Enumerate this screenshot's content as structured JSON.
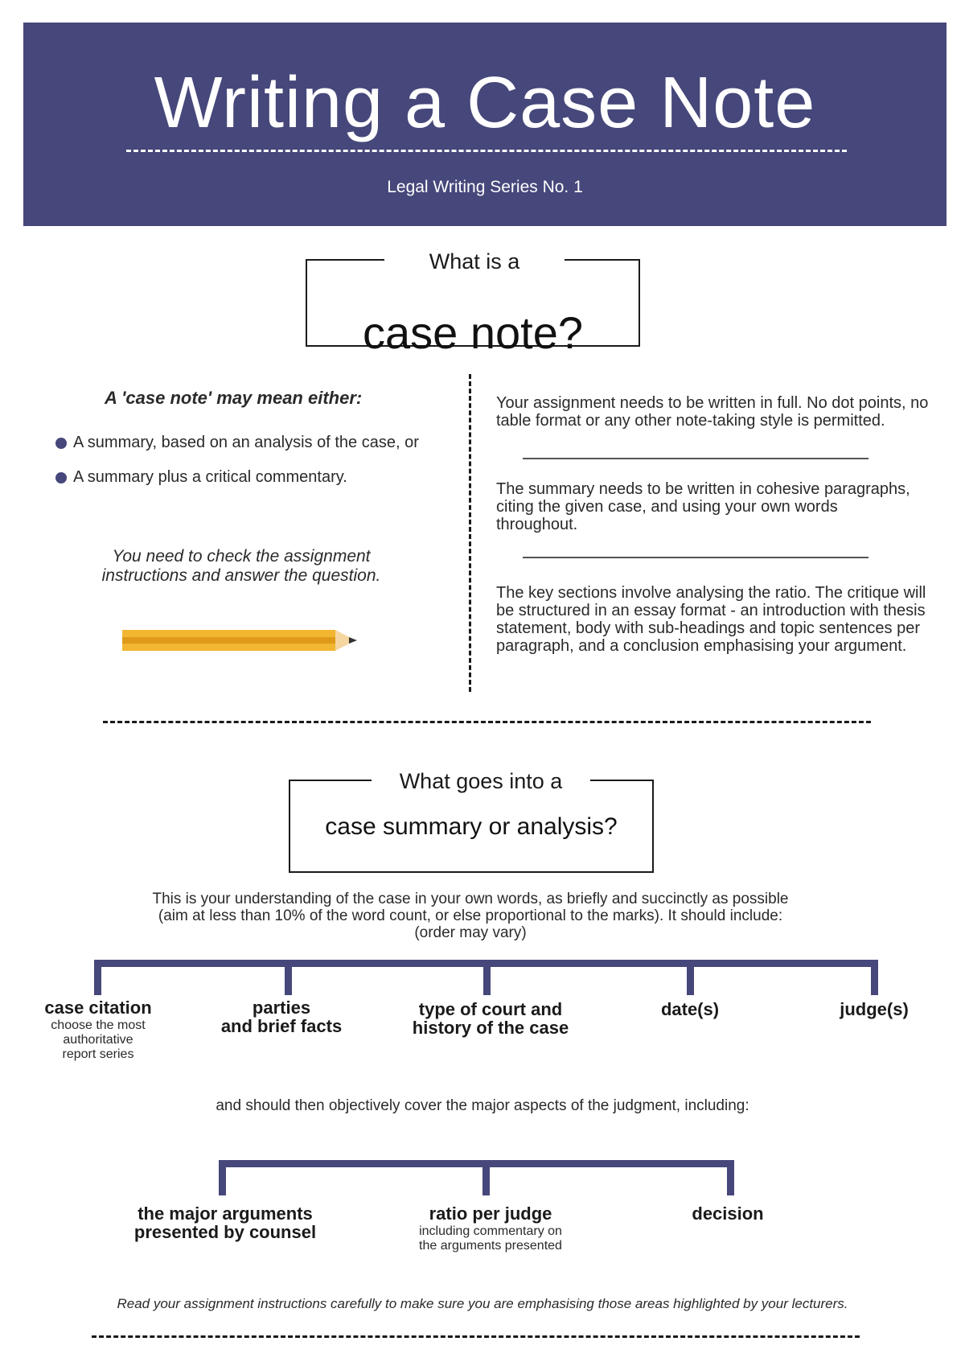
{
  "header": {
    "title": "Writing a Case Note",
    "subtitle": "Legal Writing Series No. 1"
  },
  "section1": {
    "box_top": "What is a",
    "box_main": "case note?",
    "left_heading": "A 'case note' may mean either:",
    "bullets": [
      "A summary, based on an analysis of the case, or",
      "A summary plus a critical commentary."
    ],
    "left_note_line1": "You need to check the assignment",
    "left_note_line2": "instructions and answer the question.",
    "right_paragraphs": [
      "Your assignment needs to be written in full. No dot points, no table format or any other note-taking style is permitted.",
      "The summary needs to be written in cohesive paragraphs, citing the given case, and using your own words throughout.",
      "The key sections involve analysing the ratio. The critique will be structured in an essay format - an introduction with thesis statement, body with sub-headings and topic sentences per paragraph, and a conclusion emphasising your argument."
    ]
  },
  "section2": {
    "box_top": "What goes into a",
    "box_main": "case summary or analysis?",
    "intro_line1": "This is your understanding of the case in your own words, as briefly and succinctly as possible",
    "intro_line2": "(aim at less than 10% of the word count, or else proportional to the marks).  It should include:",
    "intro_line3": "(order may vary)",
    "items": [
      {
        "label_line1": "case citation",
        "label_line2": "",
        "sub1": "choose the most",
        "sub2": "authoritative",
        "sub3": "report series"
      },
      {
        "label_line1": "parties",
        "label_line2": "and brief facts"
      },
      {
        "label_line1": "type of court and",
        "label_line2": "history of the case"
      },
      {
        "label_line1": "date(s)",
        "label_line2": ""
      },
      {
        "label_line1": "judge(s)",
        "label_line2": ""
      }
    ],
    "middle_text": "and should then objectively cover the major aspects of the judgment, including:",
    "aspects": [
      {
        "label_line1": "the major arguments",
        "label_line2": "presented by counsel",
        "sub1": "",
        "sub2": ""
      },
      {
        "label_line1": "ratio per judge",
        "label_line2": "",
        "sub1": "including commentary on",
        "sub2": "the arguments presented"
      },
      {
        "label_line1": "decision",
        "label_line2": "",
        "sub1": "",
        "sub2": ""
      }
    ],
    "footer_note": "Read your assignment instructions carefully to make sure you are emphasising those areas highlighted by your lecturers."
  },
  "colors": {
    "accent": "#46477a",
    "pencil_body": "#f2b630",
    "pencil_stripe": "#e09a1a"
  },
  "icons": [
    "bullet-dot-icon",
    "pencil-icon"
  ]
}
